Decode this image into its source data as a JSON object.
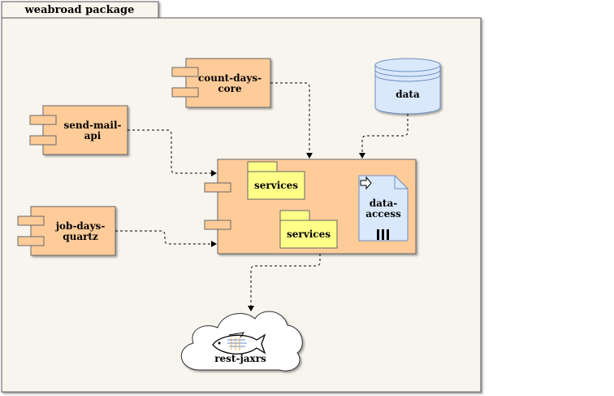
{
  "package": {
    "label": "weabroad package"
  },
  "components": {
    "count_days_core": [
      "count-days-",
      "core"
    ],
    "send_mail_api": [
      "send-mail-",
      "api"
    ],
    "job_days_quartz": [
      "job-days-",
      "quartz"
    ]
  },
  "database": {
    "label": "data"
  },
  "main_component": {
    "folders": [
      "services",
      "services"
    ],
    "artifact": [
      "data-",
      "access"
    ]
  },
  "cloud": {
    "label": "rest-jaxrs"
  },
  "colors": {
    "package_fill": "#f8f5ee",
    "component_fill": "#ffcc99",
    "folder_fill": "#ffff88",
    "blue_fill": "#dae8fc",
    "blue_stroke": "#6c8ebf"
  }
}
